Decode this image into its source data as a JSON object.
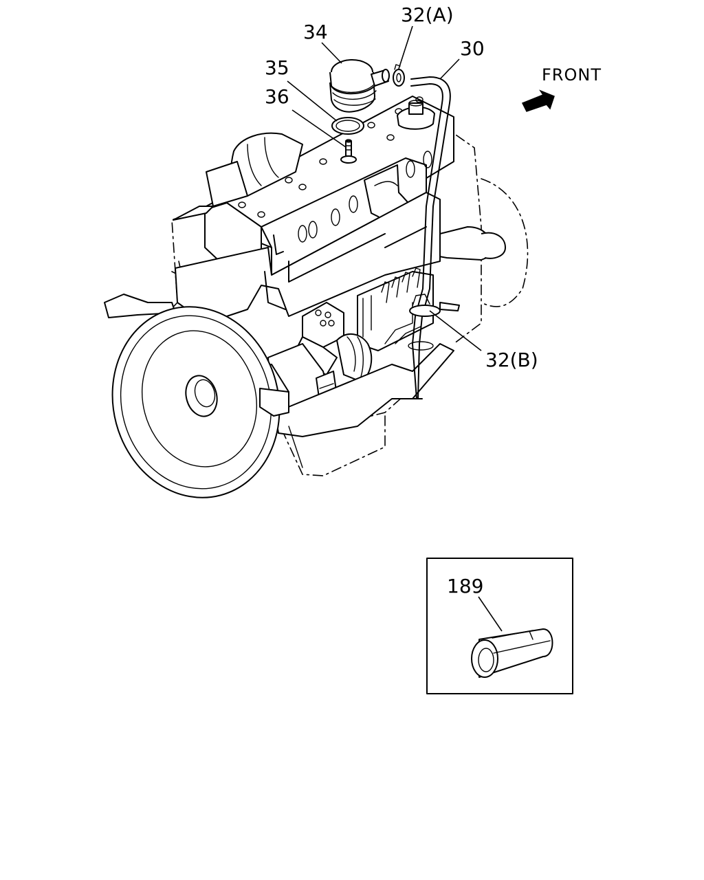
{
  "diagram": {
    "labels": {
      "part_34": "34",
      "part_32a": "32(A)",
      "part_30": "30",
      "part_35": "35",
      "part_36": "36",
      "part_32b": "32(B)",
      "part_189": "189",
      "front": "FRONT"
    },
    "colors": {
      "ink": "#000000",
      "paper": "#ffffff"
    },
    "icons": {
      "front_direction": "arrow-icon"
    }
  }
}
